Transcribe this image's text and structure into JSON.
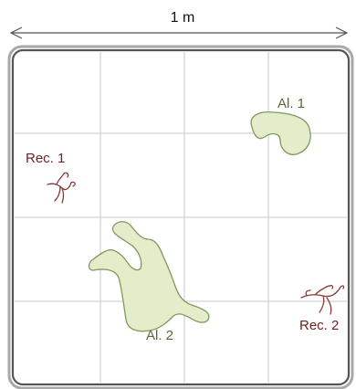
{
  "scale": {
    "label": "1 m"
  },
  "grid": {
    "rows": 4,
    "cols": 4
  },
  "regions": [
    {
      "label": "Al. 1",
      "fill": "#e4ecc9",
      "stroke": "#7f9960"
    },
    {
      "label": "Al. 2",
      "fill": "#e4ecc9",
      "stroke": "#7f9960"
    }
  ],
  "sprigs": [
    {
      "label": "Rec. 1",
      "color": "#8a3a36"
    },
    {
      "label": "Rec. 2",
      "color": "#8a3a36"
    }
  ],
  "colors": {
    "frame_outer": "#a8a8a8",
    "frame_inner": "#555555",
    "grid_lines": "#c8c8c8",
    "region_label": "#556b2f",
    "sprig_label": "#6b2323",
    "arrow": "#555555"
  }
}
